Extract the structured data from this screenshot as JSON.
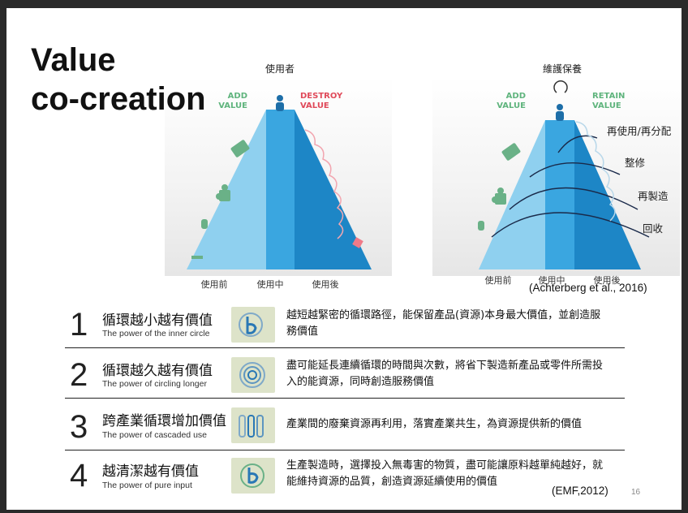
{
  "title": [
    "Value",
    "co-creation"
  ],
  "left_diagram": {
    "top_label": "使用者",
    "add_value": [
      "ADD",
      "VALUE"
    ],
    "destroy_value": [
      "DESTROY",
      "VALUE"
    ],
    "bottom_labels": [
      "使用前",
      "使用中",
      "使用後"
    ]
  },
  "right_diagram": {
    "top_label": "維護保養",
    "add_value": [
      "ADD",
      "VALUE"
    ],
    "retain_value": [
      "RETAIN",
      "VALUE"
    ],
    "loop_labels": [
      "再使用/再分配",
      "整修",
      "再製造",
      "回收"
    ],
    "bottom_labels": [
      "使用前",
      "使用中",
      "使用後"
    ]
  },
  "citation_top": "(Achterberg et al., 2016)",
  "rows": [
    {
      "num": "1",
      "zh": "循環越小越有價值",
      "en": "The power of the inner circle",
      "desc": [
        "越短越緊密的循環路徑，能保留產品(資源)本身最大價值，並創造服",
        "務價值"
      ]
    },
    {
      "num": "2",
      "zh": "循環越久越有價值",
      "en": "The power of circling longer",
      "desc": [
        "盡可能延長連續循環的時間與次數，將省下製造新產品或零件所需投",
        "入的能資源，同時創造服務價值"
      ]
    },
    {
      "num": "3",
      "zh": "跨產業循環增加價值",
      "en": "The power of cascaded use",
      "desc": [
        "產業間的廢棄資源再利用，落實產業共生，為資源提供新的價值"
      ]
    },
    {
      "num": "4",
      "zh": "越清潔越有價值",
      "en": "The power of pure input",
      "desc": [
        "生產製造時，選擇投入無毒害的物質，盡可能讓原料越單純越好，就",
        "能維持資源的品質，創造資源延續使用的價值"
      ]
    }
  ],
  "citation_bottom": "(EMF,2012)",
  "page_number": "16",
  "colors": {
    "light_blue": "#8fd0ef",
    "mid_blue": "#3aa6e0",
    "dark_blue": "#1d6ea8",
    "green": "#6ab187",
    "red": "#e04a5a",
    "icon_bg": "#dde3c9"
  }
}
